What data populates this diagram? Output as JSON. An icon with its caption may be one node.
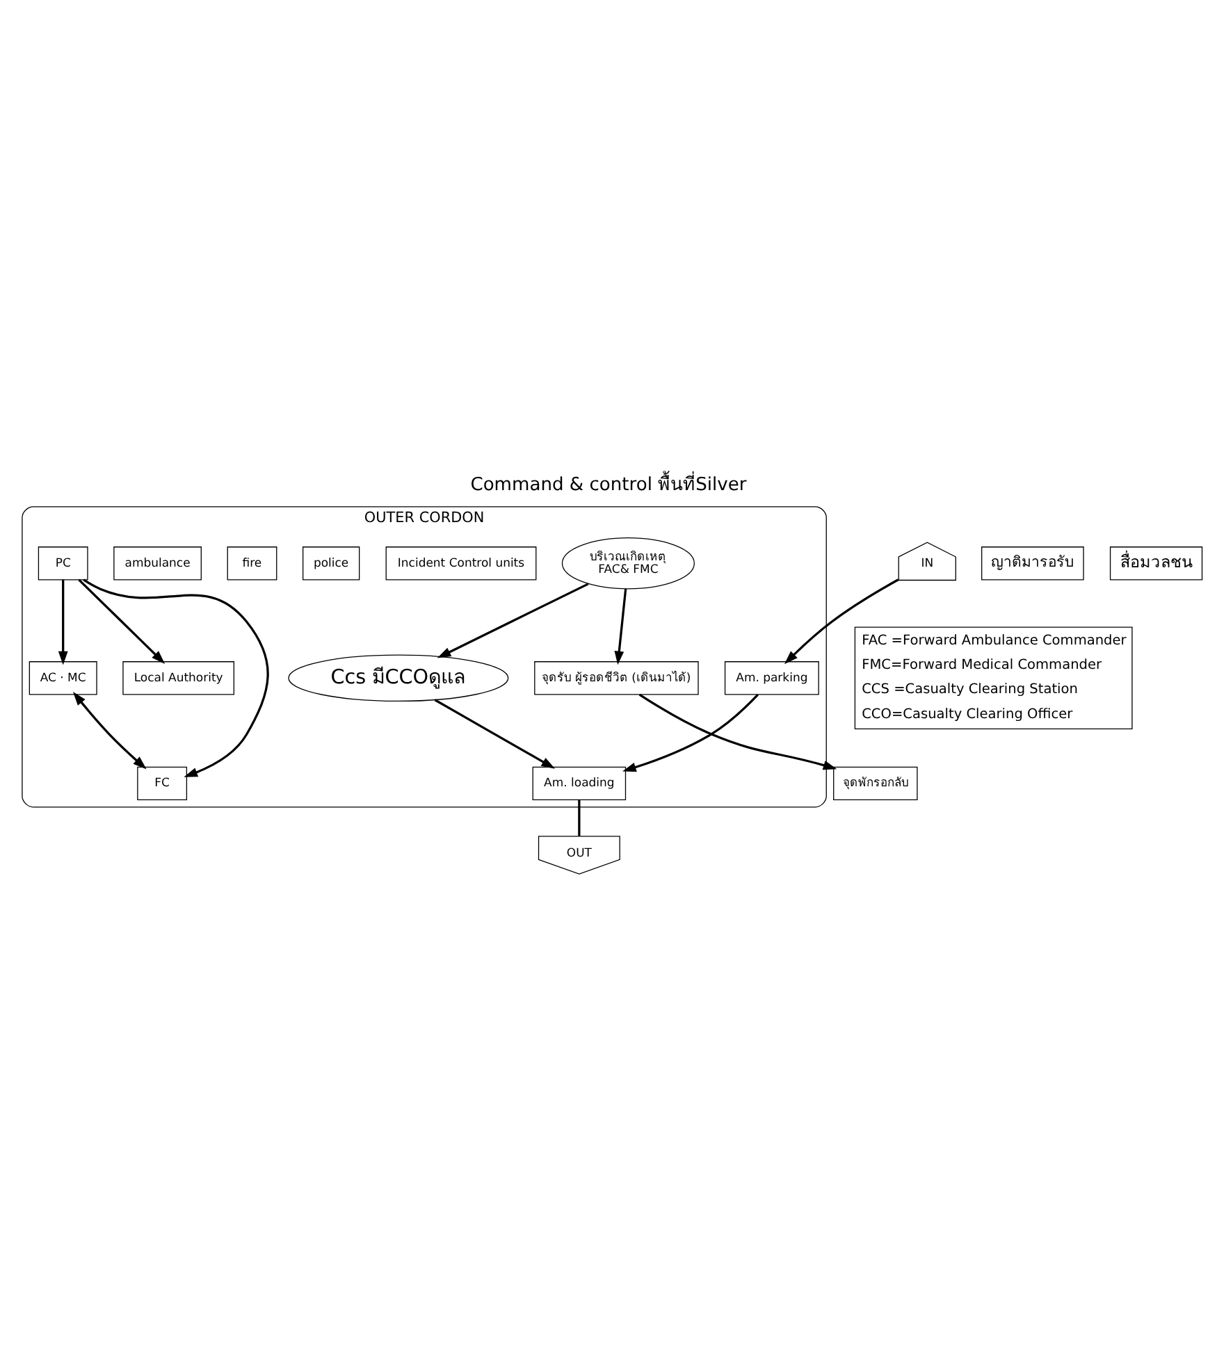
{
  "diagram": {
    "title": "Command & control พื้นที่Silver",
    "nodes": [
      {
        "text": [
          "OUTER CORDON"
        ]
      },
      {
        "text": [
          "บริเวณเกิดเหตุ",
          "FAC& FMC"
        ],
        "in": 0
      },
      {
        "text": [
          "จุดรับ ผู้รอดชีวิต (เดินมาได้)"
        ],
        "in": 0
      },
      {
        "text": [
          "จุดพักรอกลับ"
        ]
      },
      {
        "text": [
          "ญาติมารอรับ"
        ]
      },
      {
        "text": [
          "Ccs มีCCOดูแล"
        ],
        "in": 0
      },
      {
        "text": [
          "Incident Control units"
        ],
        "in": 0
      },
      {
        "text": [
          "police"
        ],
        "in": 0
      },
      {
        "text": [
          "fire"
        ],
        "in": 0
      },
      {
        "text": [
          "ambulance"
        ],
        "in": 0
      },
      {
        "text": [
          "PC"
        ],
        "in": 0
      },
      {
        "text": [
          "AC · MC"
        ],
        "in": 0
      },
      {
        "text": [
          "FC"
        ],
        "in": 0
      },
      {
        "text": [
          "Local Authority"
        ],
        "in": 0
      },
      {
        "text": [
          "Am. loading"
        ],
        "in": 0
      },
      {
        "text": [
          "Am. parking"
        ],
        "in": 0
      },
      {
        "text": [
          "สื่อมวลชน"
        ]
      },
      {
        "text": [
          "OUT"
        ]
      },
      {
        "text": [
          "IN"
        ]
      }
    ],
    "edges": [
      {
        "from": 1,
        "to": 2,
        "arrow": "to"
      },
      {
        "from": 1,
        "to": 5,
        "arrow": "to"
      },
      {
        "from": 2,
        "to": 3,
        "arrow": "to"
      },
      {
        "from": 10,
        "to": 11,
        "arrow": "to"
      },
      {
        "from": 10,
        "to": 12,
        "arrow": "to"
      },
      {
        "from": 11,
        "to": 12,
        "arrow": "both"
      },
      {
        "from": 10,
        "to": 13,
        "arrow": "to"
      },
      {
        "from": 5,
        "to": 14,
        "arrow": "to"
      },
      {
        "from": 15,
        "to": 14,
        "arrow": "to"
      },
      {
        "from": 14,
        "to": 17,
        "arrow": "none"
      },
      {
        "from": 18,
        "to": 15,
        "arrow": "to"
      }
    ],
    "labels": [
      "FAC =Forward Ambulance Commander",
      "FMC=Forward Medical Commander",
      "CCS =Casualty Clearing Station",
      "CCO=Casualty Clearing Officer"
    ]
  }
}
